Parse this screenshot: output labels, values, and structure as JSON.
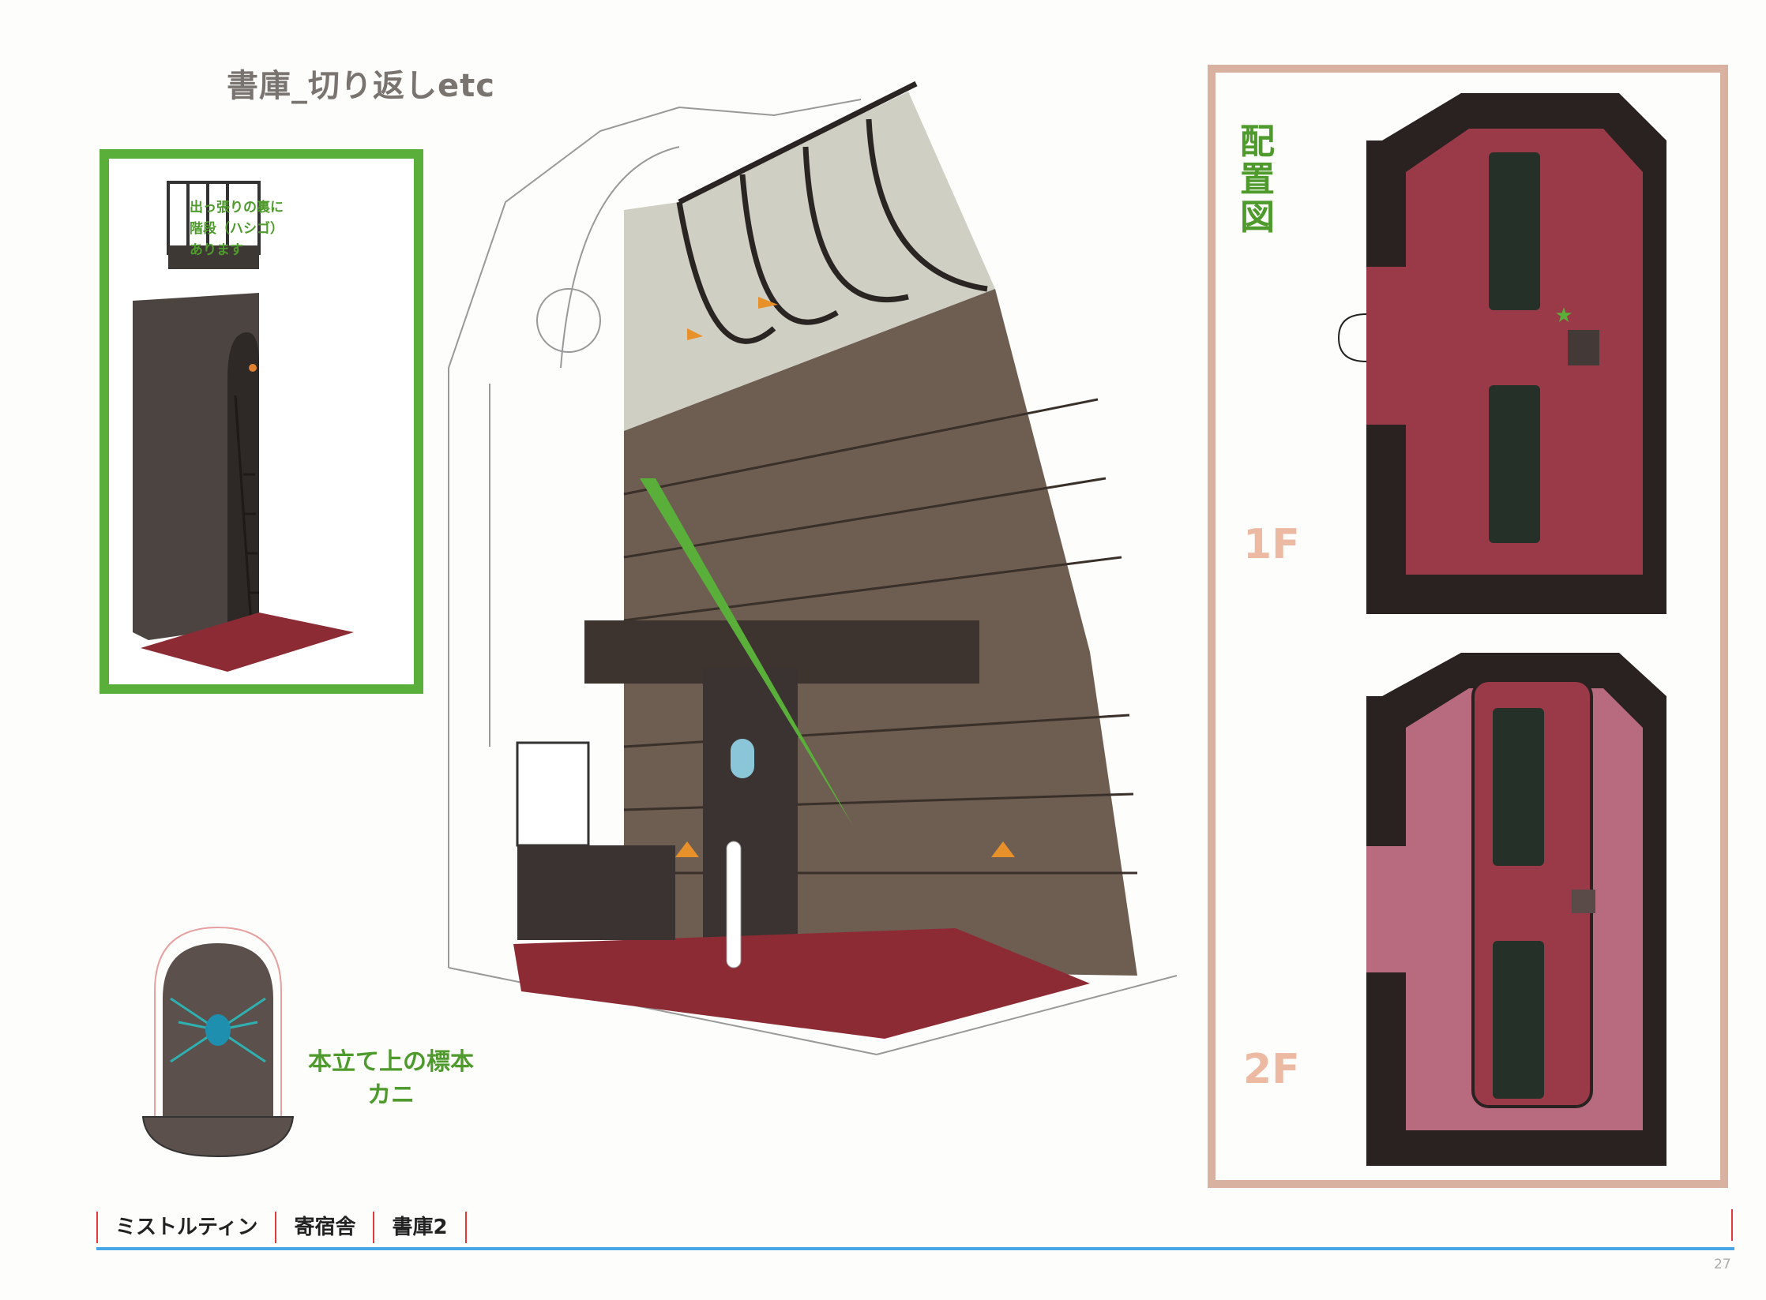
{
  "title": "書庫_切り返しetc",
  "inset_note": [
    "出っ張りの裏に",
    "階段（ハシゴ）",
    "あります"
  ],
  "layout_plan": {
    "title": "配置図",
    "floor_1": "1F",
    "floor_2": "2F"
  },
  "specimen_label": [
    "本立て上の標本",
    "カニ"
  ],
  "footer": {
    "breadcrumbs": [
      "ミストルティン",
      "寄宿舎",
      "書庫2"
    ],
    "page_number": "27"
  },
  "colors": {
    "accent_green": "#5aae3a",
    "frame_tan": "#d9b1a1",
    "carpet": "#9a3a48",
    "rule_blue": "#49a6e6"
  }
}
